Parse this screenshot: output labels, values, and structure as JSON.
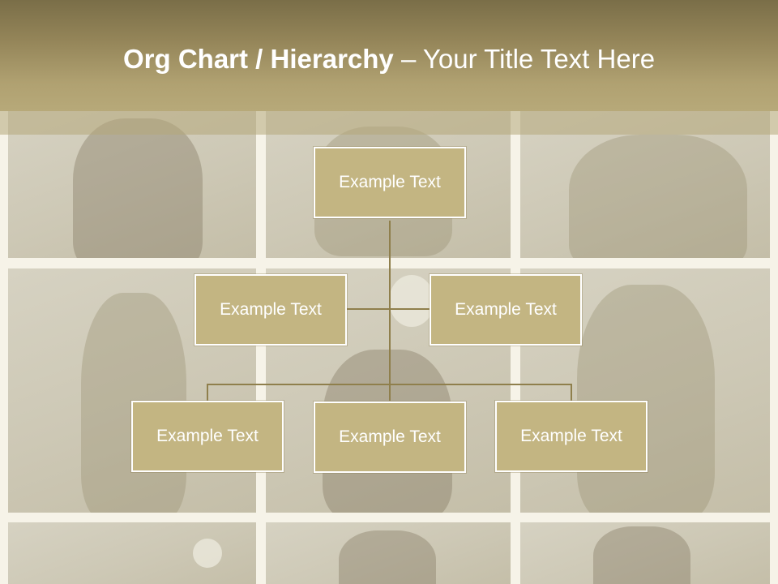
{
  "slide": {
    "title_bold": "Org Chart / Hierarchy",
    "title_dash": "–",
    "title_regular": "Your Title Text Here"
  },
  "org_chart": {
    "top": {
      "label": "Example Text"
    },
    "assistants": [
      {
        "label": "Example Text"
      },
      {
        "label": "Example Text"
      }
    ],
    "children": [
      {
        "label": "Example Text"
      },
      {
        "label": "Example Text"
      },
      {
        "label": "Example Text"
      }
    ]
  },
  "colors": {
    "header_band": "#a89a6a",
    "node_fill": "#c3b582",
    "node_border": "#ffffff",
    "connector": "#8f7f4c",
    "title_text": "#ffffff"
  }
}
